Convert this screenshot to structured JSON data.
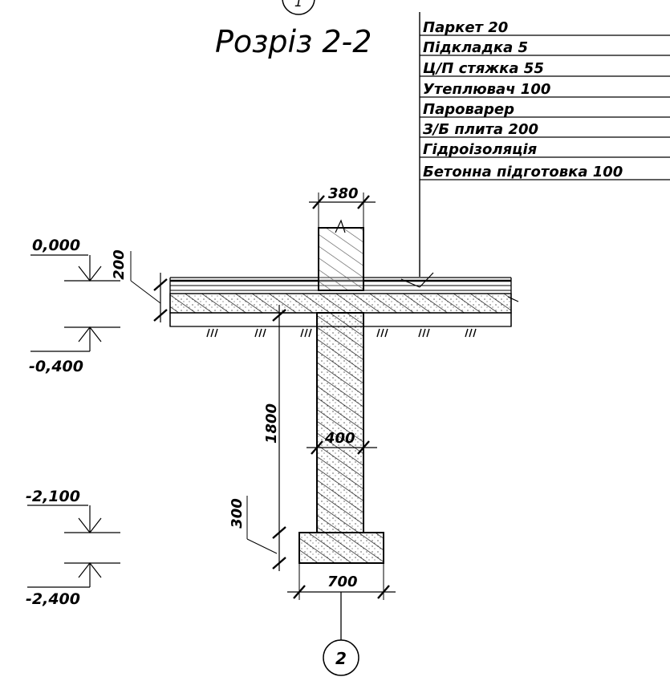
{
  "title": "Розріз 2-2",
  "layers": [
    "Паркет 20",
    "Підкладка 5",
    "Ц/П стяжка 55",
    "Утеплювач 100",
    "Пароварер",
    "З/Б плита 200",
    "Гідроізоляція",
    "Бетонна підготовка 100"
  ],
  "levels": [
    "0,000",
    "-0,400",
    "-2,100",
    "-2,400"
  ],
  "dimensions": {
    "wall_width": "380",
    "slab_thickness": "200",
    "foundation_wall_width": "400",
    "foundation_height": "1800",
    "footing_height": "300",
    "footing_width": "700"
  },
  "axis_top": "1",
  "axis_bottom": "2"
}
